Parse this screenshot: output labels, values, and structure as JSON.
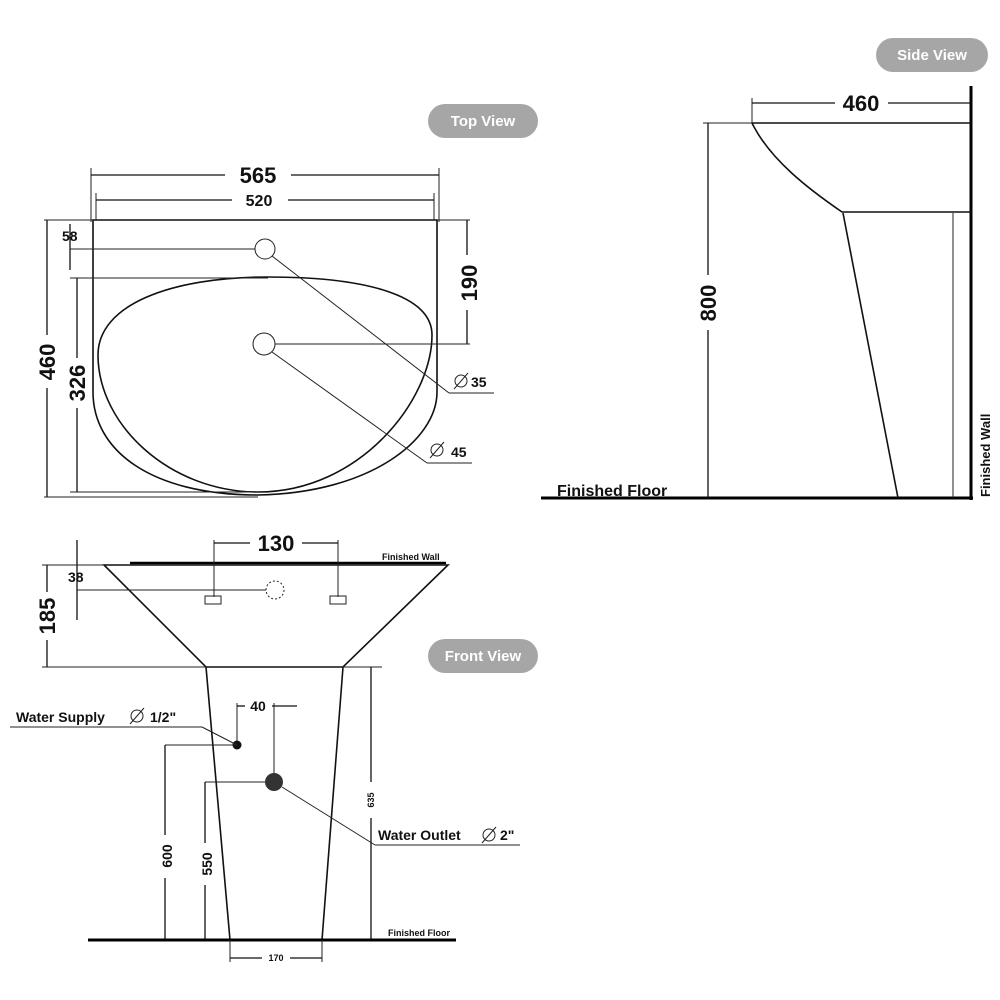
{
  "badges": {
    "top_view": "Top View",
    "side_view": "Side View",
    "front_view": "Front View"
  },
  "top_view": {
    "width_outer": "565",
    "width_inner": "520",
    "depth": "460",
    "bowl_depth": "326",
    "tap_offset": "58",
    "drain_offset": "190",
    "tap_hole_dia": "35",
    "drain_hole_dia": "45"
  },
  "side_view": {
    "depth": "460",
    "height": "800",
    "finished_floor": "Finished Floor",
    "finished_wall": "Finished Wall"
  },
  "front_view": {
    "fixing_spacing": "130",
    "fixing_height": "38",
    "basin_height": "185",
    "finished_wall": "Finished Wall",
    "supply_spacing": "40",
    "water_supply": "Water Supply",
    "water_supply_size": "1/2\"",
    "water_outlet": "Water Outlet",
    "water_outlet_size": "2\"",
    "supply_height": "600",
    "outlet_height": "550",
    "pedestal_height": "635",
    "pedestal_base": "170",
    "finished_floor": "Finished Floor"
  },
  "colors": {
    "badge_bg": "#a6a6a6",
    "line": "#111111"
  }
}
